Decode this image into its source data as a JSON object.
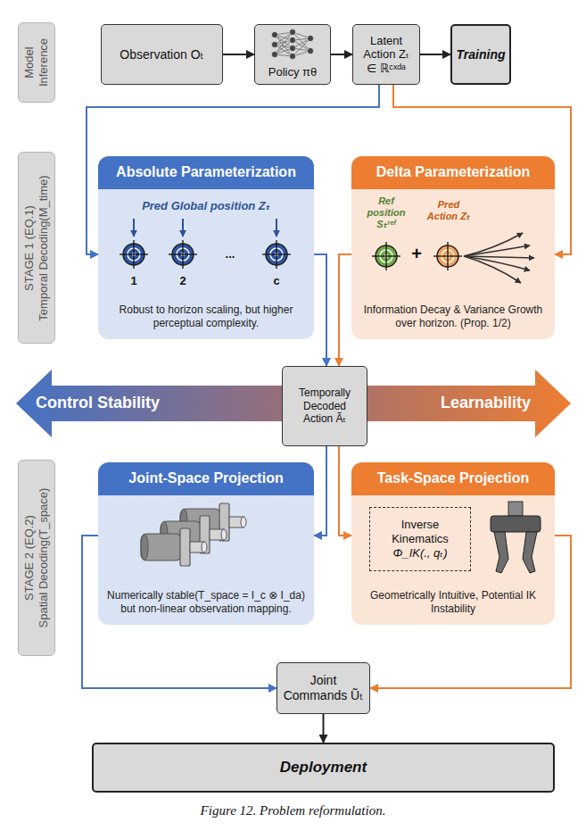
{
  "diagram": {
    "caption": "Figure 12. Problem reformulation.",
    "nodes": [
      {
        "text": [
          "Model Inference"
        ]
      },
      {
        "text": [
          "Observation Oₜ"
        ]
      },
      {
        "text": [
          "Policy πθ"
        ]
      },
      {
        "text": [
          "Latent Action Zₜ ∈ ℝᶜˣᵈᵃ"
        ]
      },
      {
        "text": [
          "Training"
        ]
      },
      {
        "text": [
          "STAGE 1 (EQ.1)",
          "Temporal Decoding(M_time)"
        ]
      },
      {
        "text": [
          "Absolute Parameterization",
          "Robust to horizon scaling, but higher perceptual complexity."
        ]
      },
      {
        "text": [
          "Delta Parameterization",
          "Information Decay & Variance Growth over horizon. (Prop. 1/2)"
        ]
      },
      {
        "text": [
          "Temporally Decoded Action Ãₜ"
        ]
      },
      {
        "text": [
          "STAGE 2 (EQ.2)",
          "Spatial Decoding(T_space)"
        ]
      },
      {
        "text": [
          "Joint-Space Projection",
          "Numerically stable(T_space = I_c ⊗ I_da) but non-linear observation mapping."
        ]
      },
      {
        "text": [
          "Task-Space Projection",
          "Geometrically Intuitive, Potential IK Instability"
        ]
      },
      {
        "text": [
          "Inverse Kinematics",
          "Φ_IK(., qₜ)"
        ],
        "in": 11
      },
      {
        "text": [
          "Joint Commands Ũₜ"
        ]
      },
      {
        "text": [
          "Deployment"
        ]
      }
    ],
    "edges": [
      {
        "from": 1,
        "to": 2,
        "arrow": "to"
      },
      {
        "from": 2,
        "to": 3,
        "arrow": "to"
      },
      {
        "from": 3,
        "to": 4,
        "arrow": "to"
      },
      {
        "from": 3,
        "to": 6,
        "arrow": "to"
      },
      {
        "from": 3,
        "to": 7,
        "arrow": "to"
      },
      {
        "from": 6,
        "to": 8,
        "arrow": "to"
      },
      {
        "from": 7,
        "to": 8,
        "arrow": "to"
      },
      {
        "from": 8,
        "to": 10,
        "arrow": "to"
      },
      {
        "from": 8,
        "to": 11,
        "arrow": "to"
      },
      {
        "from": 10,
        "to": 13,
        "arrow": "to"
      },
      {
        "from": 11,
        "to": 13,
        "arrow": "to"
      },
      {
        "from": 13,
        "to": 14,
        "arrow": "to"
      }
    ],
    "labels": [
      "Pred Global position Zₜ",
      "1",
      "2",
      "...",
      "c",
      "Ref position Sₜʳᵉᶠ",
      "+",
      "Pred Action Zₜ",
      "Control Stability",
      "Learnability"
    ]
  }
}
